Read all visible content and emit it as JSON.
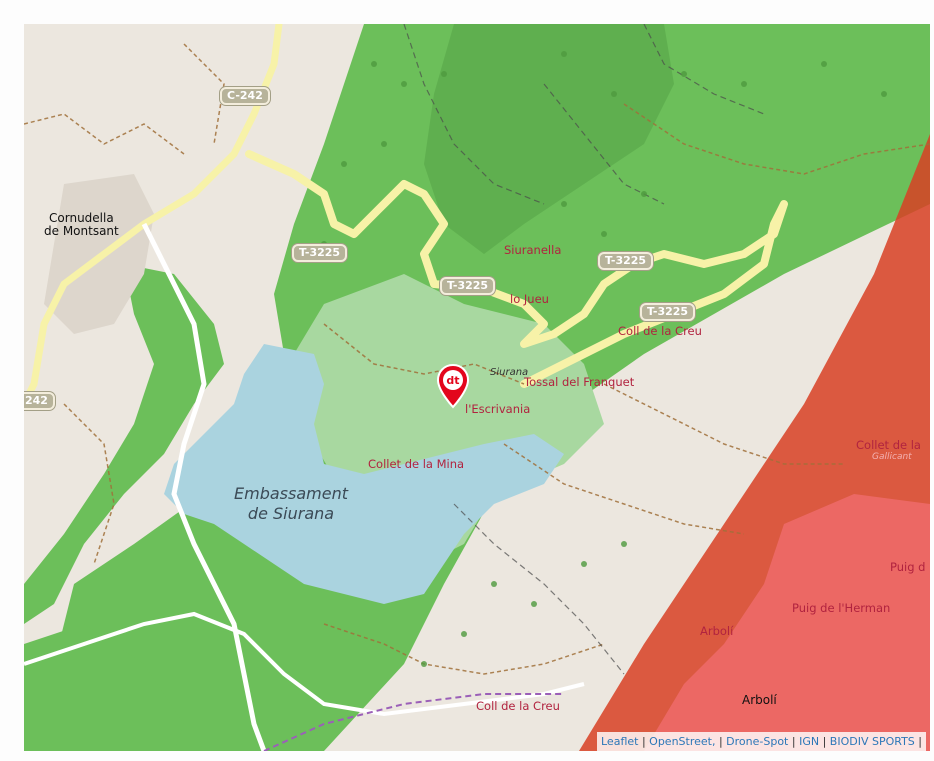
{
  "map": {
    "roads": {
      "c242_top": "C-242",
      "c242_left": "242",
      "t3225_a": "T-3225",
      "t3225_b": "T-3225",
      "t3225_c": "T-3225",
      "t3225_d": "T-3225"
    },
    "places": {
      "cornudella": "Cornudella\nde Montsant",
      "embassament": "Embassament\nde Siurana",
      "siurana": "Siurana",
      "arboli": "Arbolí",
      "arboli_village": "Arbolí"
    },
    "peaks": {
      "siuranella": "Siuranella",
      "lo_jueu": "lo Jueu",
      "coll_creu": "Coll de la Creu",
      "tossal": "Tossal del Franquet",
      "escrivania": "l'Escrivania",
      "collet_mina": "Collet de la Mina",
      "coll_creu_bottom": "Coll de la Creu",
      "collet_right": "Collet de la",
      "puig_hermana": "Puig de l'Herman",
      "puig_right": "Puig d",
      "gallicant": "Gallicant"
    },
    "marker": {
      "label": "dt",
      "color": "#e3061c"
    },
    "colors": {
      "forest": "#6cbf5a",
      "forest_dark": "#5aa84a",
      "scrub": "#a8d8a0",
      "water": "#aad3df",
      "base": "#ece7df",
      "road_yellow": "#f7f2a8",
      "restricted": "#e03a2a"
    }
  },
  "attribution": {
    "leaflet": "Leaflet",
    "openstreet": "OpenStreet,",
    "dronespot": "Drone-Spot",
    "ign": "IGN",
    "biodiv": "BIODIV SPORTS"
  }
}
